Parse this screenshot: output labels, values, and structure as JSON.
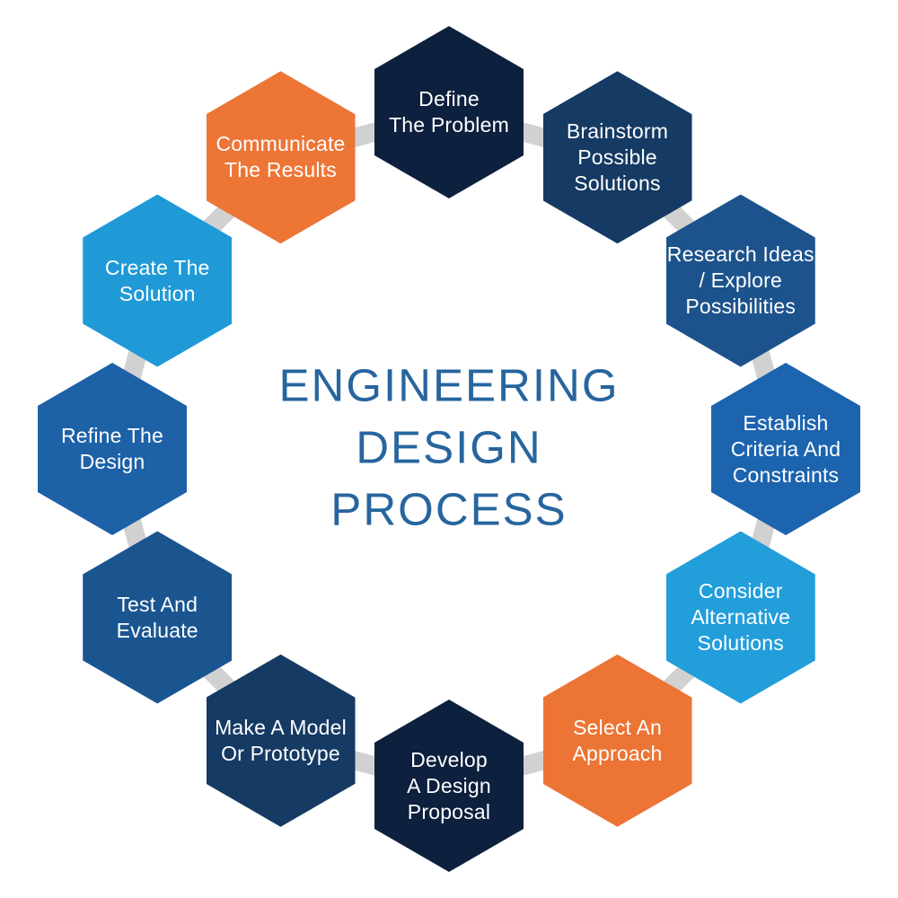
{
  "title": {
    "lines": [
      "ENGINEERING",
      "DESIGN",
      "PROCESS"
    ],
    "color": "#27659e"
  },
  "colors": {
    "background": "#ffffff",
    "connector": "#d1d1d1",
    "step_text": "#ffffff"
  },
  "steps": [
    {
      "name": "define-the-problem",
      "lines": [
        "Define",
        "The Problem"
      ],
      "color": "#0d203d"
    },
    {
      "name": "brainstorm-possible-solutions",
      "lines": [
        "Brainstorm",
        "Possible",
        "Solutions"
      ],
      "color": "#153a63"
    },
    {
      "name": "research-ideas-explore-possibilities",
      "lines": [
        "Research Ideas",
        "/ Explore",
        "Possibilities"
      ],
      "color": "#1d538c"
    },
    {
      "name": "establish-criteria-and-constraints",
      "lines": [
        "Establish",
        "Criteria And",
        "Constraints"
      ],
      "color": "#1c64ae"
    },
    {
      "name": "consider-alternative-solutions",
      "lines": [
        "Consider",
        "Alternative",
        "Solutions"
      ],
      "color": "#229edb"
    },
    {
      "name": "select-an-approach",
      "lines": [
        "Select An",
        "Approach"
      ],
      "color": "#ec7434"
    },
    {
      "name": "develop-a-design-proposal",
      "lines": [
        "Develop",
        "A Design",
        "Proposal"
      ],
      "color": "#0d203d"
    },
    {
      "name": "make-a-model-or-prototype",
      "lines": [
        "Make A Model",
        "Or Prototype"
      ],
      "color": "#153a63"
    },
    {
      "name": "test-and-evaluate",
      "lines": [
        "Test And",
        "Evaluate"
      ],
      "color": "#1a5590"
    },
    {
      "name": "refine-the-design",
      "lines": [
        "Refine The",
        "Design"
      ],
      "color": "#1d61a7"
    },
    {
      "name": "create-the-solution",
      "lines": [
        "Create The",
        "Solution"
      ],
      "color": "#1f9ad6"
    },
    {
      "name": "communicate-the-results",
      "lines": [
        "Communicate",
        "The Results"
      ],
      "color": "#ed7536"
    }
  ]
}
